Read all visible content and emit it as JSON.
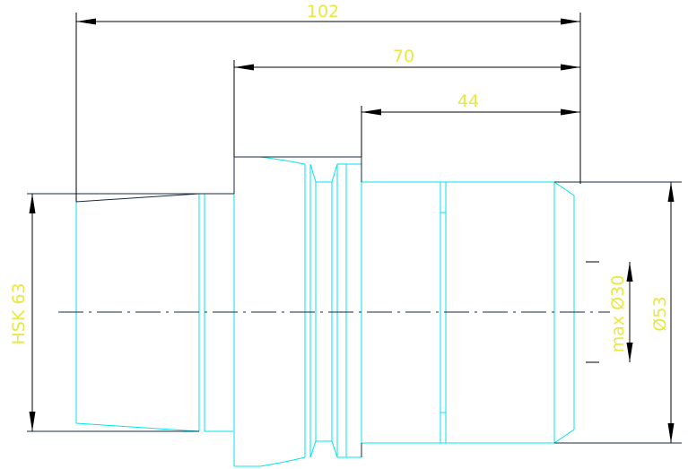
{
  "colors": {
    "outline": "#00e5ee",
    "edge": "#1a2a40",
    "dimension_line": "#000000",
    "dimension_text": "#e8e840",
    "background": "#ffffff"
  },
  "dimensions": {
    "overall_length": "102",
    "middle_length": "70",
    "front_length": "44",
    "shank_label": "HSK 63",
    "max_diameter": "max Ø30",
    "outer_diameter": "Ø53"
  }
}
